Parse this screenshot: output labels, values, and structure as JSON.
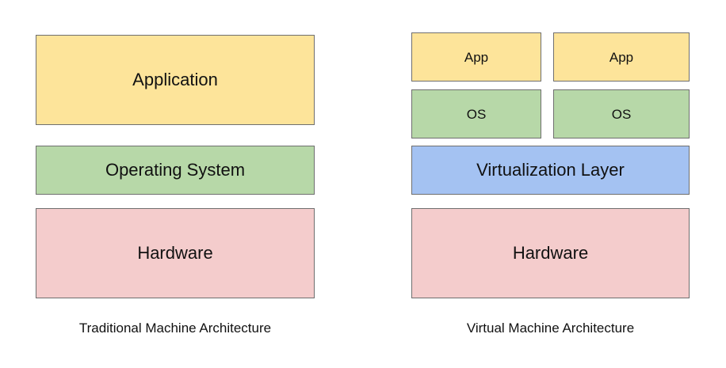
{
  "colors": {
    "application": "#fde49a",
    "os": "#b7d8a8",
    "virtualization": "#a4c2f2",
    "hardware": "#f4cccc",
    "border": "#6f6f6f"
  },
  "traditional": {
    "application": "Application",
    "operating_system": "Operating System",
    "hardware": "Hardware",
    "caption": "Traditional Machine Architecture"
  },
  "virtual": {
    "apps": [
      "App",
      "App"
    ],
    "oses": [
      "OS",
      "OS"
    ],
    "virtualization_layer": "Virtualization Layer",
    "hardware": "Hardware",
    "caption": "Virtual Machine Architecture"
  }
}
